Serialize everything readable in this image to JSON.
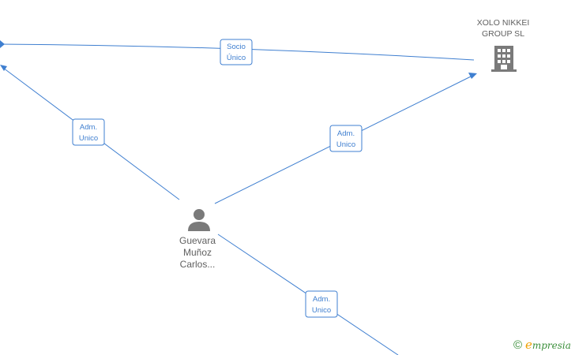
{
  "nodes": {
    "company": {
      "lines": [
        "XOLO NIKKEI",
        "GROUP  SL"
      ],
      "icon": "building-icon"
    },
    "person": {
      "lines": [
        "Guevara",
        "Muñoz",
        "Carlos..."
      ],
      "icon": "person-icon"
    }
  },
  "edges": [
    {
      "id": "socio-unico",
      "lines": [
        "Socio",
        "Único"
      ]
    },
    {
      "id": "adm-unico-left",
      "lines": [
        "Adm.",
        "Unico"
      ]
    },
    {
      "id": "adm-unico-company",
      "lines": [
        "Adm.",
        "Unico"
      ]
    },
    {
      "id": "adm-unico-bottom",
      "lines": [
        "Adm.",
        "Unico"
      ]
    }
  ],
  "brand": {
    "copyright_symbol": "©",
    "initial": "e",
    "rest": "mpresia"
  },
  "colors": {
    "edge": "#3f7fd0",
    "node_icon": "#7a7a7a",
    "label_text": "#606060",
    "brand_green": "#3b8f3b",
    "brand_orange": "#f0a000"
  }
}
